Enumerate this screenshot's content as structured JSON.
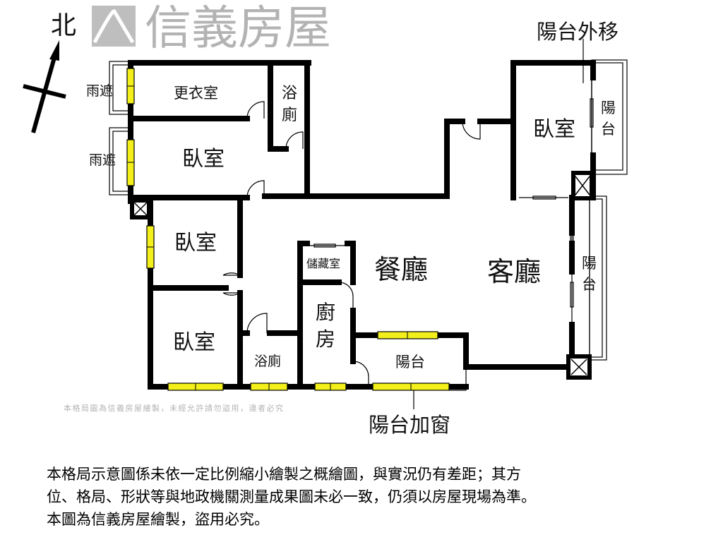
{
  "compass": {
    "north_label": "北"
  },
  "rooms": {
    "rain_cover_1": "雨遮",
    "rain_cover_2": "雨遮",
    "dressing_room": "更衣室",
    "bath_top_1": "浴",
    "bath_top_2": "廁",
    "bedroom_top": "臥室",
    "bedroom_left": "臥室",
    "bedroom_bottom": "臥室",
    "bedroom_right": "臥室",
    "bath_bottom": "浴廁",
    "storage": "儲藏室",
    "dining": "餐廳",
    "living": "客廳",
    "kitchen_1": "廚",
    "kitchen_2": "房",
    "balcony_bottom": "陽台",
    "balcony_right_1": "陽",
    "balcony_right_2": "台",
    "balcony_top_1": "陽",
    "balcony_top_2": "台"
  },
  "callouts": {
    "balcony_moved_out": "陽台外移",
    "balcony_window_added": "陽台加窗"
  },
  "watermark": {
    "brand": "信義房屋",
    "notice": "本格局圖為信義房屋繪製，未經允許請勿盜用，違者必究"
  },
  "disclaimer": {
    "lines": [
      "本格局示意圖係未依一定比例縮小繪製之概繪圖，與實況仍有差距；其方",
      "位、格局、形狀等與地政機關測量成果圖未必一致，仍須以房屋現場為準。",
      "本圖為信義房屋繪製，盜用必究。"
    ]
  },
  "colors": {
    "window": "#f2ef1a",
    "wall": "#000000",
    "watermark": "#9a9a9a"
  }
}
